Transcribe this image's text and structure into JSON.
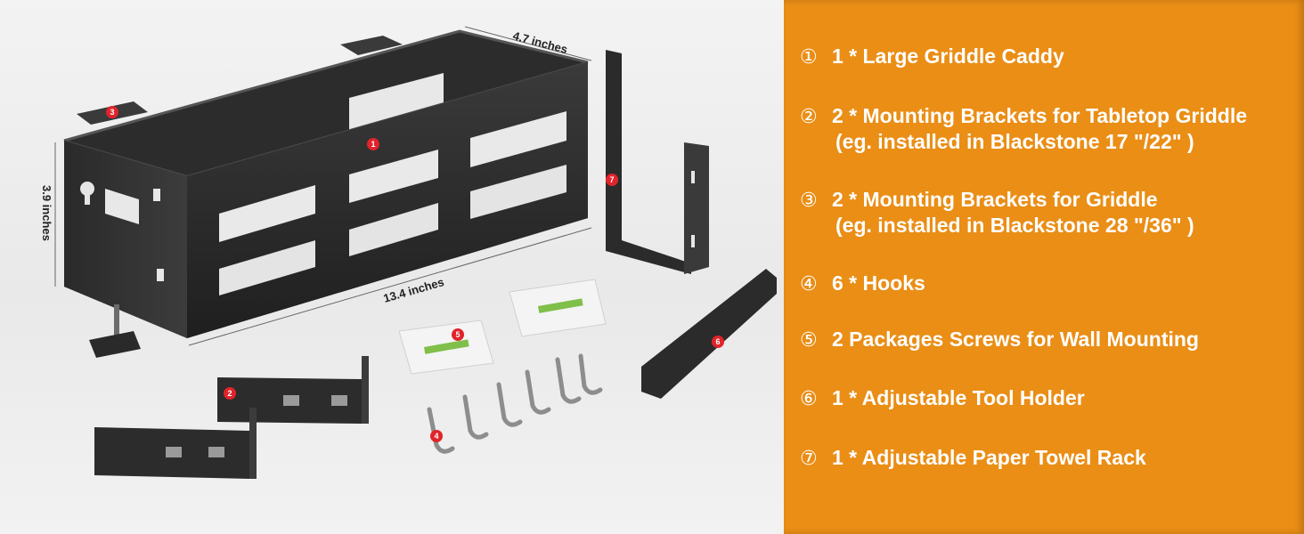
{
  "dimensions": {
    "width_label": "4.7 inches",
    "height_label": "3.9 inches",
    "length_label": "13.4 inches"
  },
  "badges": [
    "1",
    "2",
    "3",
    "4",
    "5",
    "6",
    "7"
  ],
  "colors": {
    "panel": "#ea8e16",
    "badge": "#e0242a",
    "metal": "#2b2b2c"
  },
  "items": [
    {
      "num": "①",
      "text": "1 * Large Griddle Caddy",
      "sub": ""
    },
    {
      "num": "②",
      "text": "2 * Mounting Brackets for Tabletop Griddle",
      "sub": "(eg. installed in Blackstone 17 \"/22\" )"
    },
    {
      "num": "③",
      "text": "2 * Mounting Brackets for Griddle",
      "sub": "(eg. installed in Blackstone 28 \"/36\" )"
    },
    {
      "num": "④",
      "text": "6 * Hooks",
      "sub": ""
    },
    {
      "num": "⑤",
      "text": "2 Packages Screws for Wall Mounting",
      "sub": ""
    },
    {
      "num": "⑥",
      "text": "1 * Adjustable Tool Holder",
      "sub": ""
    },
    {
      "num": "⑦",
      "text": "1 * Adjustable Paper Towel Rack",
      "sub": ""
    }
  ]
}
